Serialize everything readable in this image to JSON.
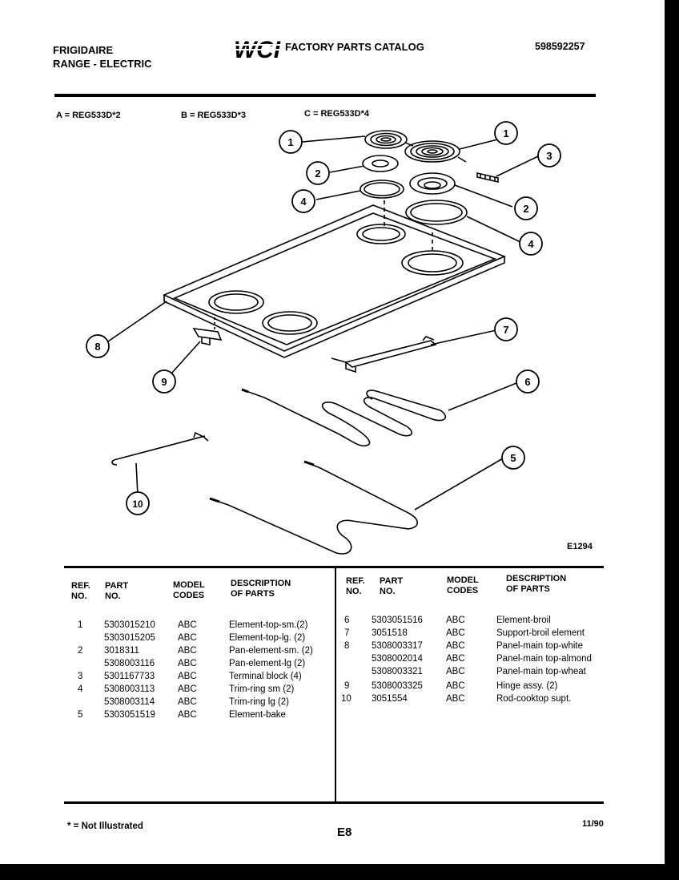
{
  "header": {
    "brand": "FRIGIDAIRE",
    "product": "RANGE - ELECTRIC",
    "logo_text": "WCI",
    "catalog_title": "FACTORY PARTS CATALOG",
    "catalog_number": "598592257"
  },
  "models": {
    "a": "A = REG533D*2",
    "b": "B = REG533D*3",
    "c": "C = REG533D*4"
  },
  "diagram": {
    "code": "E1294",
    "callouts": [
      "1",
      "1",
      "2",
      "2",
      "3",
      "4",
      "4",
      "5",
      "6",
      "7",
      "8",
      "9",
      "10"
    ]
  },
  "table": {
    "headers": {
      "ref_1": "REF.",
      "ref_2": "NO.",
      "part_1": "PART",
      "part_2": "NO.",
      "model_1": "MODEL",
      "model_2": "CODES",
      "desc_1": "DESCRIPTION",
      "desc_2": "OF PARTS"
    },
    "left": [
      {
        "ref": "1",
        "part": "5303015210",
        "codes": "ABC",
        "desc": "Element-top-sm.(2)"
      },
      {
        "ref": "",
        "part": "5303015205",
        "codes": "ABC",
        "desc": "Element-top-lg. (2)"
      },
      {
        "ref": "2",
        "part": "3018311",
        "codes": "ABC",
        "desc": "Pan-element-sm. (2)"
      },
      {
        "ref": "",
        "part": "5308003116",
        "codes": "ABC",
        "desc": "Pan-element-lg (2)"
      },
      {
        "ref": "3",
        "part": "5301167733",
        "codes": "ABC",
        "desc": "Terminal block (4)"
      },
      {
        "ref": "4",
        "part": "5308003113",
        "codes": "ABC",
        "desc": "Trim-ring sm (2)"
      },
      {
        "ref": "",
        "part": "5308003114",
        "codes": "ABC",
        "desc": "Trim-ring lg (2)"
      },
      {
        "ref": "5",
        "part": "5303051519",
        "codes": "ABC",
        "desc": "Element-bake"
      }
    ],
    "right": [
      {
        "ref": "6",
        "part": "5303051516",
        "codes": "ABC",
        "desc": "Element-broil"
      },
      {
        "ref": "7",
        "part": "3051518",
        "codes": "ABC",
        "desc": "Support-broil element"
      },
      {
        "ref": "8",
        "part": "5308003317",
        "codes": "ABC",
        "desc": "Panel-main top-white"
      },
      {
        "ref": "",
        "part": "5308002014",
        "codes": "ABC",
        "desc": "Panel-main top-almond"
      },
      {
        "ref": "",
        "part": "5308003321",
        "codes": "ABC",
        "desc": "Panel-main top-wheat"
      },
      {
        "ref": "9",
        "part": "5308003325",
        "codes": "ABC",
        "desc": "Hinge assy. (2)"
      },
      {
        "ref": "10",
        "part": "3051554",
        "codes": "ABC",
        "desc": "Rod-cooktop supt."
      }
    ]
  },
  "footer": {
    "note": "* = Not Illustrated",
    "page": "E8",
    "date": "11/90"
  }
}
